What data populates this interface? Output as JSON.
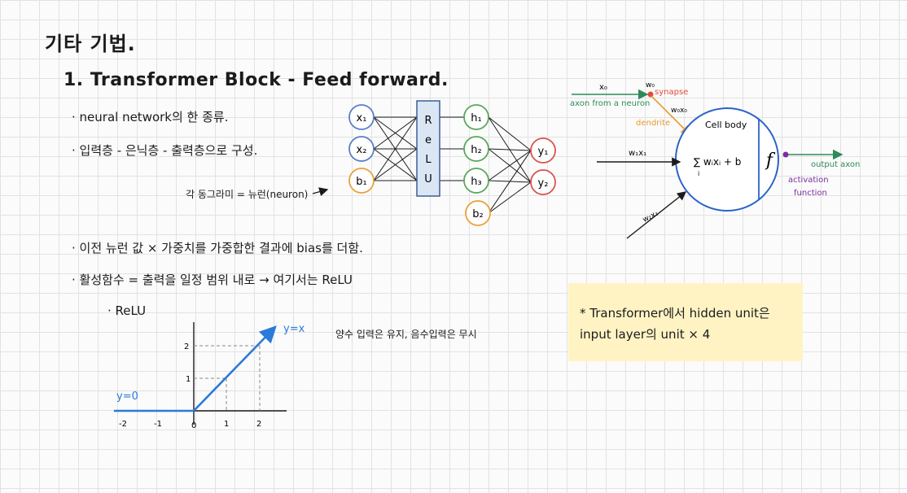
{
  "heading": "기타 기법.",
  "section_title": "1. Transformer Block - Feed forward.",
  "bullets": {
    "b1": "· neural network의 한 종류.",
    "b2": "· 입력층 - 은닉층 - 출력층으로 구성.",
    "b3": "· 이전 뉴런 값  × 가중치를 가중합한 결과에 bias를 더함.",
    "b4": "· 활성함수 = 출력을 일정 범위 내로 → 여기서는 ReLU",
    "b5": "· ReLU"
  },
  "each_circle_note": "각 동그라미 = 뉴런(neuron)",
  "relu_note": "양수 입력은 유지, 음수입력은 무시",
  "net": {
    "inputs": [
      "x₁",
      "x₂",
      "b₁"
    ],
    "relu_letters": [
      "R",
      "e",
      "L",
      "U"
    ],
    "hidden": [
      "h₁",
      "h₂",
      "h₃",
      "b₂"
    ],
    "outputs": [
      "y₁",
      "y₂"
    ]
  },
  "neuron": {
    "x0": "x₀",
    "w0": "w₀",
    "synapse": "synapse",
    "axon_from": "axon from a neuron",
    "w0x0": "w₀x₀",
    "dendrite": "dendrite",
    "cell_body": "Cell body",
    "w1x1": "w₁x₁",
    "w2x2": "w₂x₂",
    "sum_formula": "∑ wᵢxᵢ + b",
    "sum_index": "i",
    "f": "f",
    "output_axon": "output axon",
    "activation": "activation",
    "function": "function"
  },
  "relu_graph": {
    "yx": "y=x",
    "y0": "y=0",
    "ytick2": "2",
    "ytick1": "1",
    "xticks": [
      "-2",
      "-1",
      "0",
      "1",
      "2"
    ]
  },
  "note": {
    "line1": "* Transformer에서 hidden unit은",
    "line2": "input layer의 unit  × 4"
  },
  "colors": {
    "input_circle": "#5a7ec9",
    "hidden_circle": "#59a85a",
    "output_circle": "#d9534f",
    "bias_circle": "#e9a13b",
    "relu_box_fill": "#dbe6f5",
    "relu_box_stroke": "#3d5f96",
    "neuron_body": "#2b63c9",
    "relu_line": "#2a7ad8",
    "axon_green": "#2e8b57",
    "synapse_red": "#e24a3b",
    "dendrite_orange": "#e69a2e",
    "activation_purple": "#7a2ea0",
    "note_bg": "#fff3c4"
  }
}
